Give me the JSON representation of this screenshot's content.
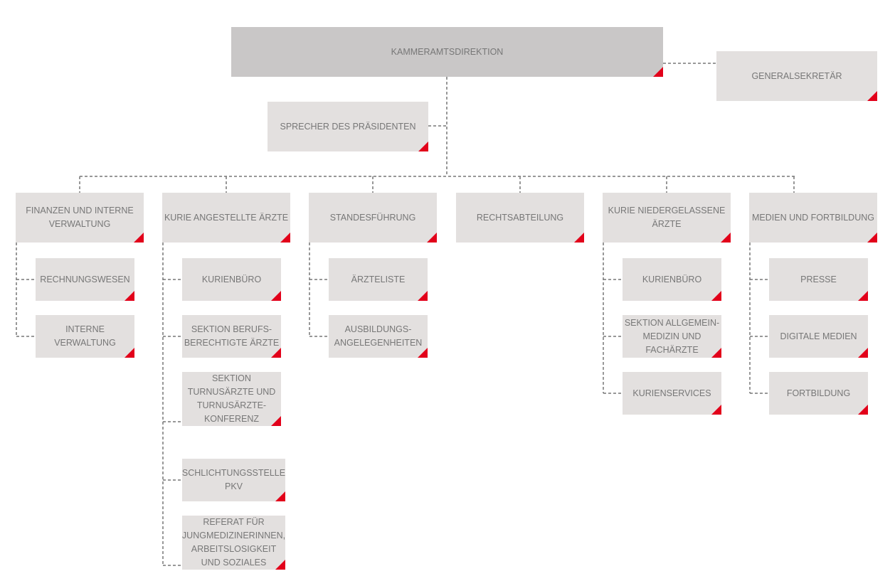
{
  "colors": {
    "box": "#e3e0df",
    "top_box": "#c9c7c7",
    "text": "#777777",
    "accent": "#e2001a",
    "connector": "#777777"
  },
  "top": {
    "direktion": "KAMMERAMTSDIREKTION",
    "generalsekretaer": "GENERALSEKRETÄR",
    "sprecher": "SPRECHER DES PRÄSIDENTEN"
  },
  "departments": [
    {
      "label": "FINANZEN UND INTERNE\nVERWALTUNG",
      "children": [
        "RECHNUNGSWESEN",
        "INTERNE\nVERWALTUNG"
      ]
    },
    {
      "label": "KURIE ANGESTELLTE ÄRZTE",
      "children": [
        "KURIENBÜRO",
        "SEKTION BERUFS-\nBERECHTIGTE ÄRZTE",
        "SEKTION\nTURNUSÄRZTE UND\nTURNUSÄRZTE-\nKONFERENZ",
        "SCHLICHTUNGSSTELLE\nPKV",
        "REFERAT FÜR\nJUNGMEDIZINERINNEN,\nARBEITSLOSIGKEIT\nUND SOZIALES"
      ]
    },
    {
      "label": "STANDESFÜHRUNG",
      "children": [
        "ÄRZTELISTE",
        "AUSBILDUNGS-\nANGELEGENHEITEN"
      ]
    },
    {
      "label": "RECHTSABTEILUNG",
      "children": []
    },
    {
      "label": "KURIE NIEDERGELASSENE\nÄRZTE",
      "children": [
        "KURIENBÜRO",
        "SEKTION ALLGEMEIN-\nMEDIZIN UND\nFACHÄRZTE",
        "KURIENSERVICES"
      ]
    },
    {
      "label": "MEDIEN UND FORTBILDUNG",
      "children": [
        "PRESSE",
        "DIGITALE MEDIEN",
        "FORTBILDUNG"
      ]
    }
  ]
}
